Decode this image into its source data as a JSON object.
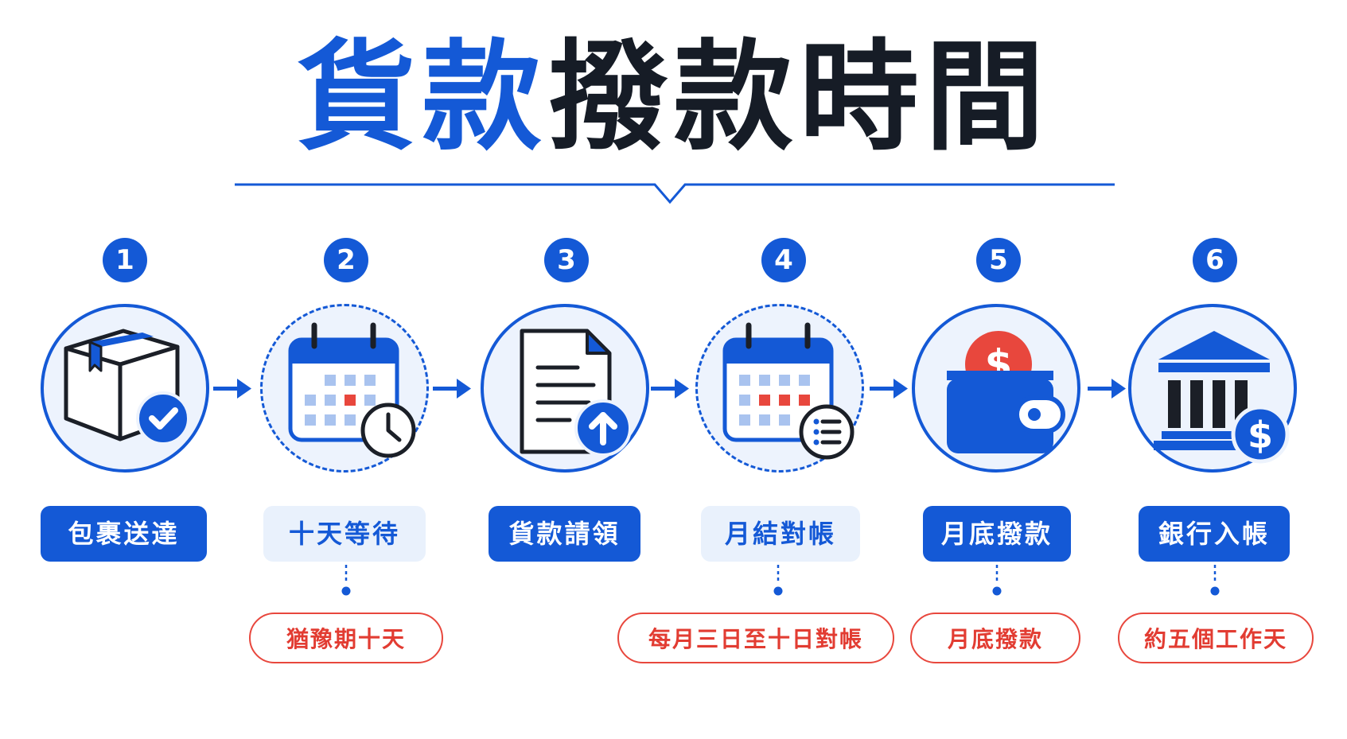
{
  "title": {
    "part_blue": "貨款",
    "part_dark": "撥款時間"
  },
  "colors": {
    "primary": "#1459d6",
    "dark": "#161c26",
    "note_red": "#e8473d",
    "light_fill": "#e9f1fc"
  },
  "steps": [
    {
      "number": "1",
      "label": "包裹送達",
      "icon": "package-check-icon"
    },
    {
      "number": "2",
      "label": "十天等待",
      "icon": "calendar-clock-icon",
      "note": "猶豫期十天"
    },
    {
      "number": "3",
      "label": "貨款請領",
      "icon": "document-upload-icon"
    },
    {
      "number": "4",
      "label": "月結對帳",
      "icon": "calendar-checklist-icon",
      "note": "每月三日至十日對帳"
    },
    {
      "number": "5",
      "label": "月底撥款",
      "icon": "wallet-dollar-icon",
      "note": "月底撥款"
    },
    {
      "number": "6",
      "label": "銀行入帳",
      "icon": "bank-dollar-icon",
      "note": "約五個工作天"
    }
  ]
}
